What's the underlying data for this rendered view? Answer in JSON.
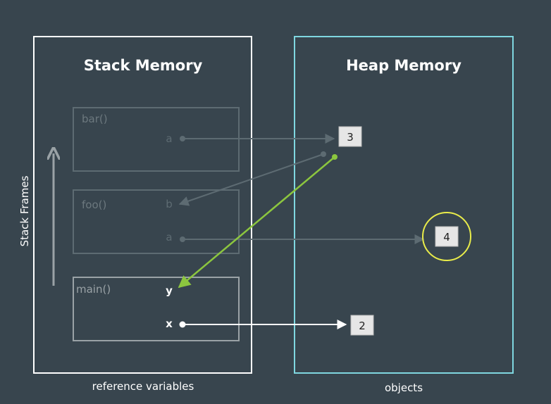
{
  "stack": {
    "title": "Stack Memory",
    "caption": "reference variables",
    "side_label": "Stack Frames",
    "frames": [
      {
        "label": "bar()",
        "variables": [
          "a"
        ],
        "active": false
      },
      {
        "label": "foo()",
        "variables": [
          "b",
          "a"
        ],
        "active": false
      },
      {
        "label": "main()",
        "variables": [
          "y",
          "x"
        ],
        "active": true
      }
    ]
  },
  "heap": {
    "title": "Heap Memory",
    "caption": "objects",
    "objects": [
      "3",
      "4",
      "2"
    ]
  },
  "colors": {
    "background": "#38454e",
    "stack_border": "#ffffff",
    "heap_border": "#7fd7e0",
    "active_arrow": "#8cc63f",
    "highlight_circle": "#e9ec4a",
    "faded": "#5d6b72",
    "object_fill": "#e6e6e6"
  }
}
